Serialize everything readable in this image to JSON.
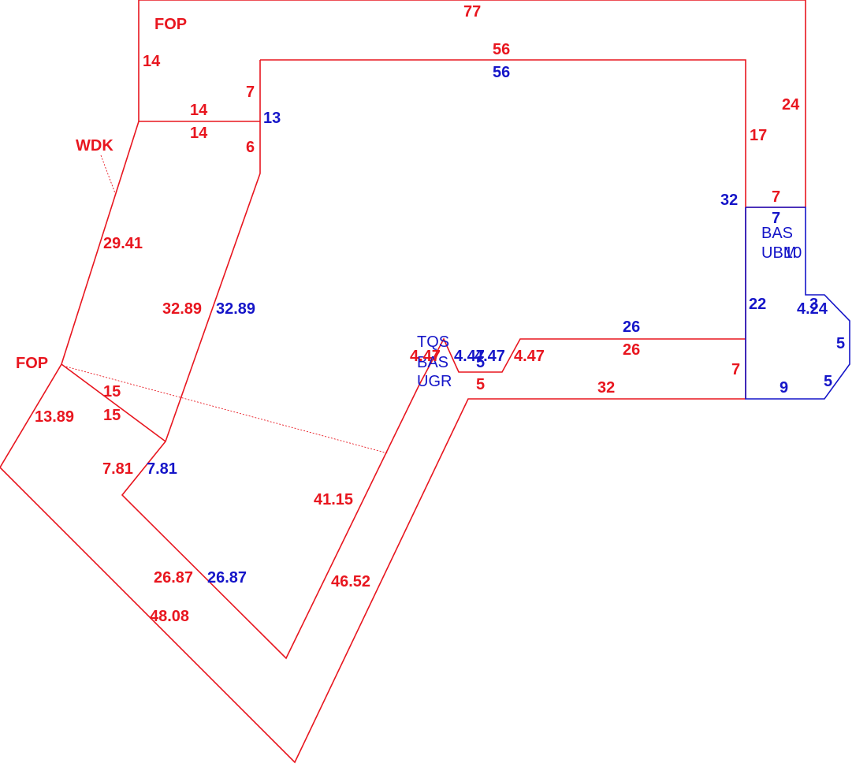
{
  "colors": {
    "red": "#e8161f",
    "blue": "#1515c8"
  },
  "area_labels": {
    "fop_top": "FOP",
    "wdk": "WDK",
    "fop_left": "FOP",
    "tqs": "TQS",
    "bas_mid": "BAS",
    "ugr": "UGR",
    "bas_right": "BAS",
    "ubm": "UBM",
    "ubm_overlap": "10"
  },
  "dimensions": {
    "d77": "77",
    "d56r": "56",
    "d56b": "56",
    "d14a": "14",
    "d14b": "14",
    "d14c": "14",
    "d7a": "7",
    "d13": "13",
    "d6": "6",
    "d24": "24",
    "d17": "17",
    "d32b": "32",
    "d7b": "7",
    "d7c": "7",
    "d29_41": "29.41",
    "d32_89r": "32.89",
    "d32_89b": "32.89",
    "d22": "22",
    "d4_24": "4.24",
    "d3": "3",
    "d5a": "5",
    "d5b": "5",
    "d9": "9",
    "d26b": "26",
    "d26r": "26",
    "d4_47r1": "4.47",
    "d4_47b1": "4.47",
    "d4_47b2": "4.47",
    "d4_47r2": "4.47",
    "d5c": "5",
    "d5d": "5",
    "d7d": "7",
    "d32r": "32",
    "d15a": "15",
    "d15b": "15",
    "d13_89": "13.89",
    "d7_81r": "7.81",
    "d7_81b": "7.81",
    "d41_15": "41.15",
    "d26_87r": "26.87",
    "d26_87b": "26.87",
    "d46_52": "46.52",
    "d48_08": "48.08"
  }
}
